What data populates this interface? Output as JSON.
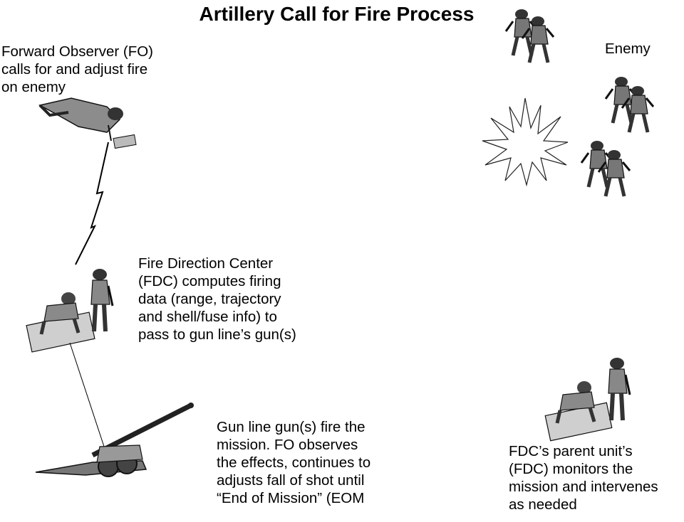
{
  "title": "Artillery Call for Fire Process",
  "forward_observer": {
    "text": "Forward Observer (FO)\ncalls for and adjust fire\non enemy"
  },
  "enemy": {
    "label": "Enemy"
  },
  "fire_direction_center": {
    "text": "Fire Direction Center\n(FDC) computes firing\ndata (range, trajectory\nand shell/fuse info) to\npass to gun line’s gun(s)"
  },
  "gun_line": {
    "text": "Gun line gun(s) fire the\nmission. FO observes\nthe effects, continues to\nadjusts fall of shot until\n“End of Mission” (EOM"
  },
  "parent_unit": {
    "text": "FDC’s parent unit’s\n(FDC) monitors the\nmission and intervenes\nas needed"
  }
}
